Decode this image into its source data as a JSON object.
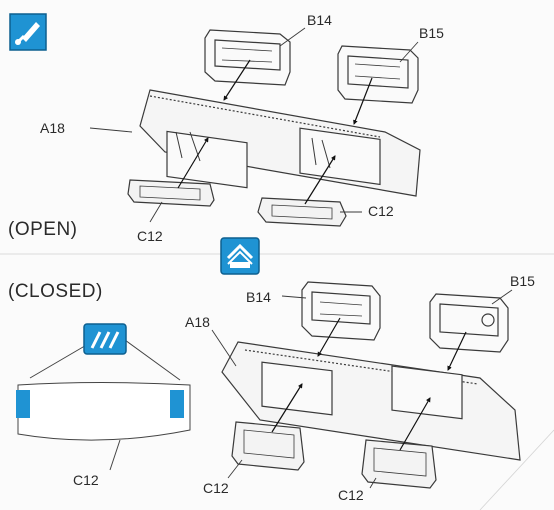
{
  "step_upper": {
    "labels": {
      "b14": "B14",
      "b15": "B15",
      "a18": "A18",
      "c12_left": "C12",
      "c12_right": "C12"
    },
    "state_label": "(OPEN)"
  },
  "step_lower": {
    "labels": {
      "b14": "B14",
      "b15": "B15",
      "a18": "A18",
      "c12_left": "C12",
      "c12_right": "C12"
    },
    "state_label": "(CLOSED)"
  },
  "detail_inset": {
    "label": "C12"
  },
  "icons": {
    "glue": "glue-brush-icon",
    "flip": "flip-over-icon",
    "paint": "paint-marks-icon"
  },
  "colors": {
    "accent": "#1f93d3",
    "line": "#3a3a3a",
    "background": "#fbfbfb"
  }
}
